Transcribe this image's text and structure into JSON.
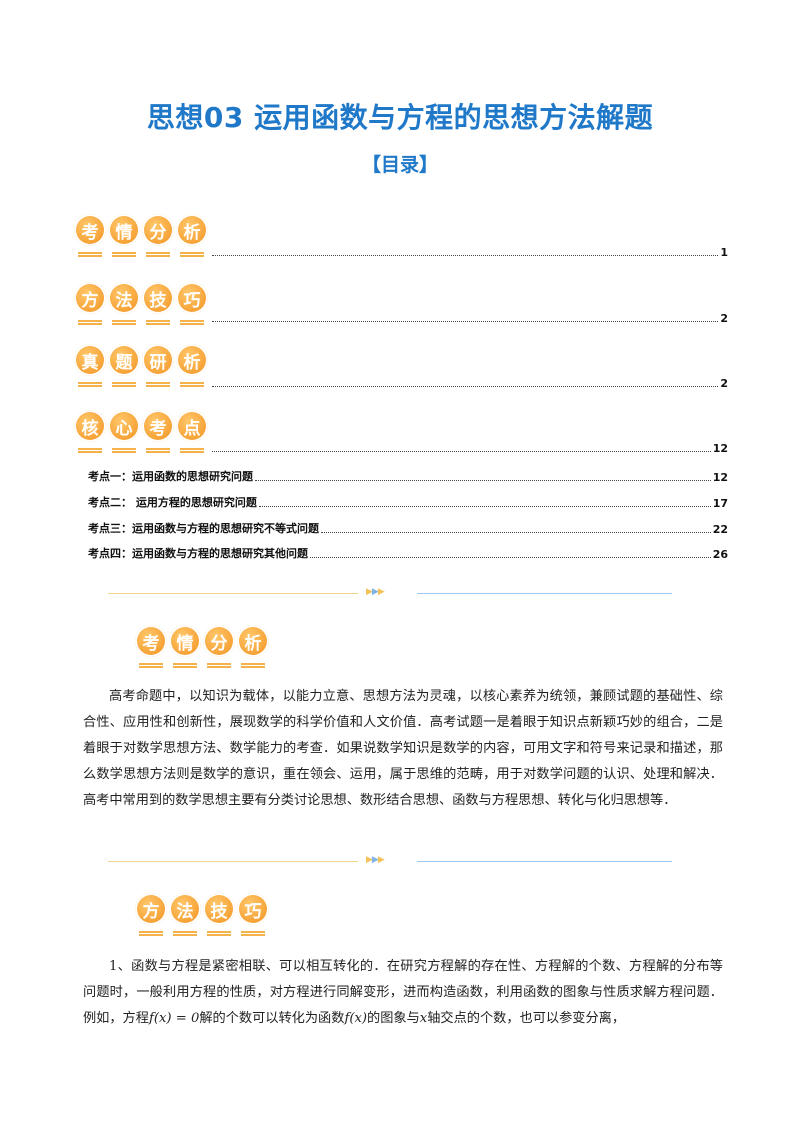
{
  "header": {
    "title": "思想03  运用函数与方程的思想方法解题",
    "toc_heading": "【目录】"
  },
  "badges": {
    "kaoqing": [
      "考",
      "情",
      "分",
      "析"
    ],
    "fangfa": [
      "方",
      "法",
      "技",
      "巧"
    ],
    "zhenti": [
      "真",
      "题",
      "研",
      "析"
    ],
    "hexin": [
      "核",
      "心",
      "考",
      "点"
    ]
  },
  "toc": {
    "entries": [
      {
        "page": "1"
      },
      {
        "page": "2"
      },
      {
        "page": "2"
      },
      {
        "page": "12"
      }
    ],
    "subentries": [
      {
        "label": "考点一：运用函数的思想研究问题",
        "page": "12"
      },
      {
        "label": "考点二：   运用方程的思想研究问题",
        "page": "17"
      },
      {
        "label": "考点三：运用函数与方程的思想研究不等式问题",
        "page": "22"
      },
      {
        "label": "考点四：运用函数与方程的思想研究其他问题",
        "page": "26"
      }
    ]
  },
  "sections": {
    "kaoqing_text": "高考命题中，以知识为载体，以能力立意、思想方法为灵魂，以核心素养为统领，兼顾试题的基础性、综合性、应用性和创新性，展现数学的科学价值和人文价值．高考试题一是着眼于知识点新颖巧妙的组合，二是着眼于对数学思想方法、数学能力的考查．如果说数学知识是数学的内容，可用文字和符号来记录和描述，那么数学思想方法则是数学的意识，重在领会、运用，属于思维的范畴，用于对数学问题的认识、处理和解决．高考中常用到的数学思想主要有分类讨论思想、数形结合思想、函数与方程思想、转化与化归思想等．",
    "fangfa_text_a": "1、函数与方程是紧密相联、可以相互转化的．在研究方程解的存在性、方程解的个数、方程解的分布等问题时，一般利用方程的性质，对方程进行同解变形，进而构造函数，利用函数的图象与性质求解方程问题．例如，方程",
    "fangfa_math_1": "f(x) = 0",
    "fangfa_text_b": "解的个数可以转化为函数",
    "fangfa_math_2": "f(x)",
    "fangfa_text_c": "的图象与",
    "fangfa_math_3": "x",
    "fangfa_text_d": "轴交点的个数，也可以参变分离，"
  },
  "colors": {
    "title_blue": "#1f78c8",
    "badge_orange": "#f7a53a"
  }
}
